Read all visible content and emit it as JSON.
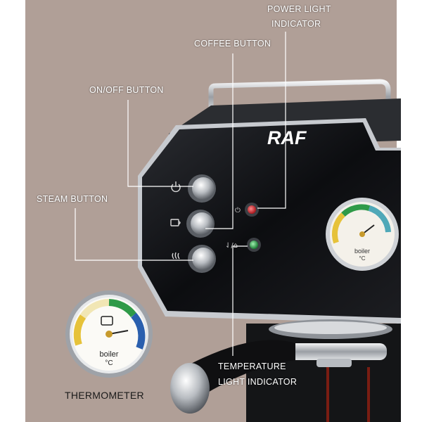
{
  "callouts": {
    "power_light_line1": "POWER LIGHT",
    "power_light_line2": "INDICATOR",
    "coffee_button": "COFFEE BUTTON",
    "on_off_button": "ON/OFF BUTTON",
    "steam_button": "STEAM BUTTON",
    "temperature_line1": "TEMPERATURE",
    "temperature_line2": "LIGHT INDICATOR",
    "thermometer": "THERMOMETER"
  },
  "machine": {
    "brand": "RAF",
    "gauge_label_line1": "boiler",
    "gauge_label_line2": "°C"
  },
  "colors": {
    "background": "#b09f97",
    "body": "#101114",
    "chrome": "#c9ccd0",
    "power_led": "#d4232a",
    "temperature_led": "#2fa84a",
    "gauge_green": "#2f9a48",
    "gauge_blue": "#2a5fae",
    "gauge_yellow": "#e6c23a",
    "coffee": "#7a1d12"
  }
}
